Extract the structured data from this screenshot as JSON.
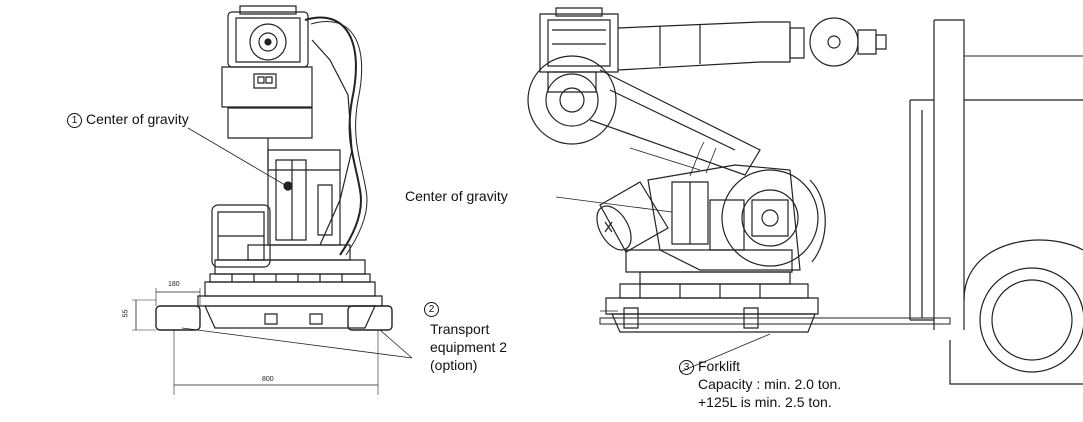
{
  "labels": {
    "cog_left_num": "1",
    "cog_left": "Center of gravity",
    "cog_right": "Center of gravity",
    "transport_num": "2",
    "transport_line1": "Transport",
    "transport_line2": "equipment 2",
    "transport_line3": "(option)",
    "forklift_num": "3",
    "forklift": "Forklift",
    "capacity": "Capacity : min. 2.0 ton.",
    "capacity_note": "+125L is min. 2.5 ton."
  },
  "dimensions": {
    "pad_width": "180",
    "pad_height": "55",
    "base_span": "800"
  }
}
